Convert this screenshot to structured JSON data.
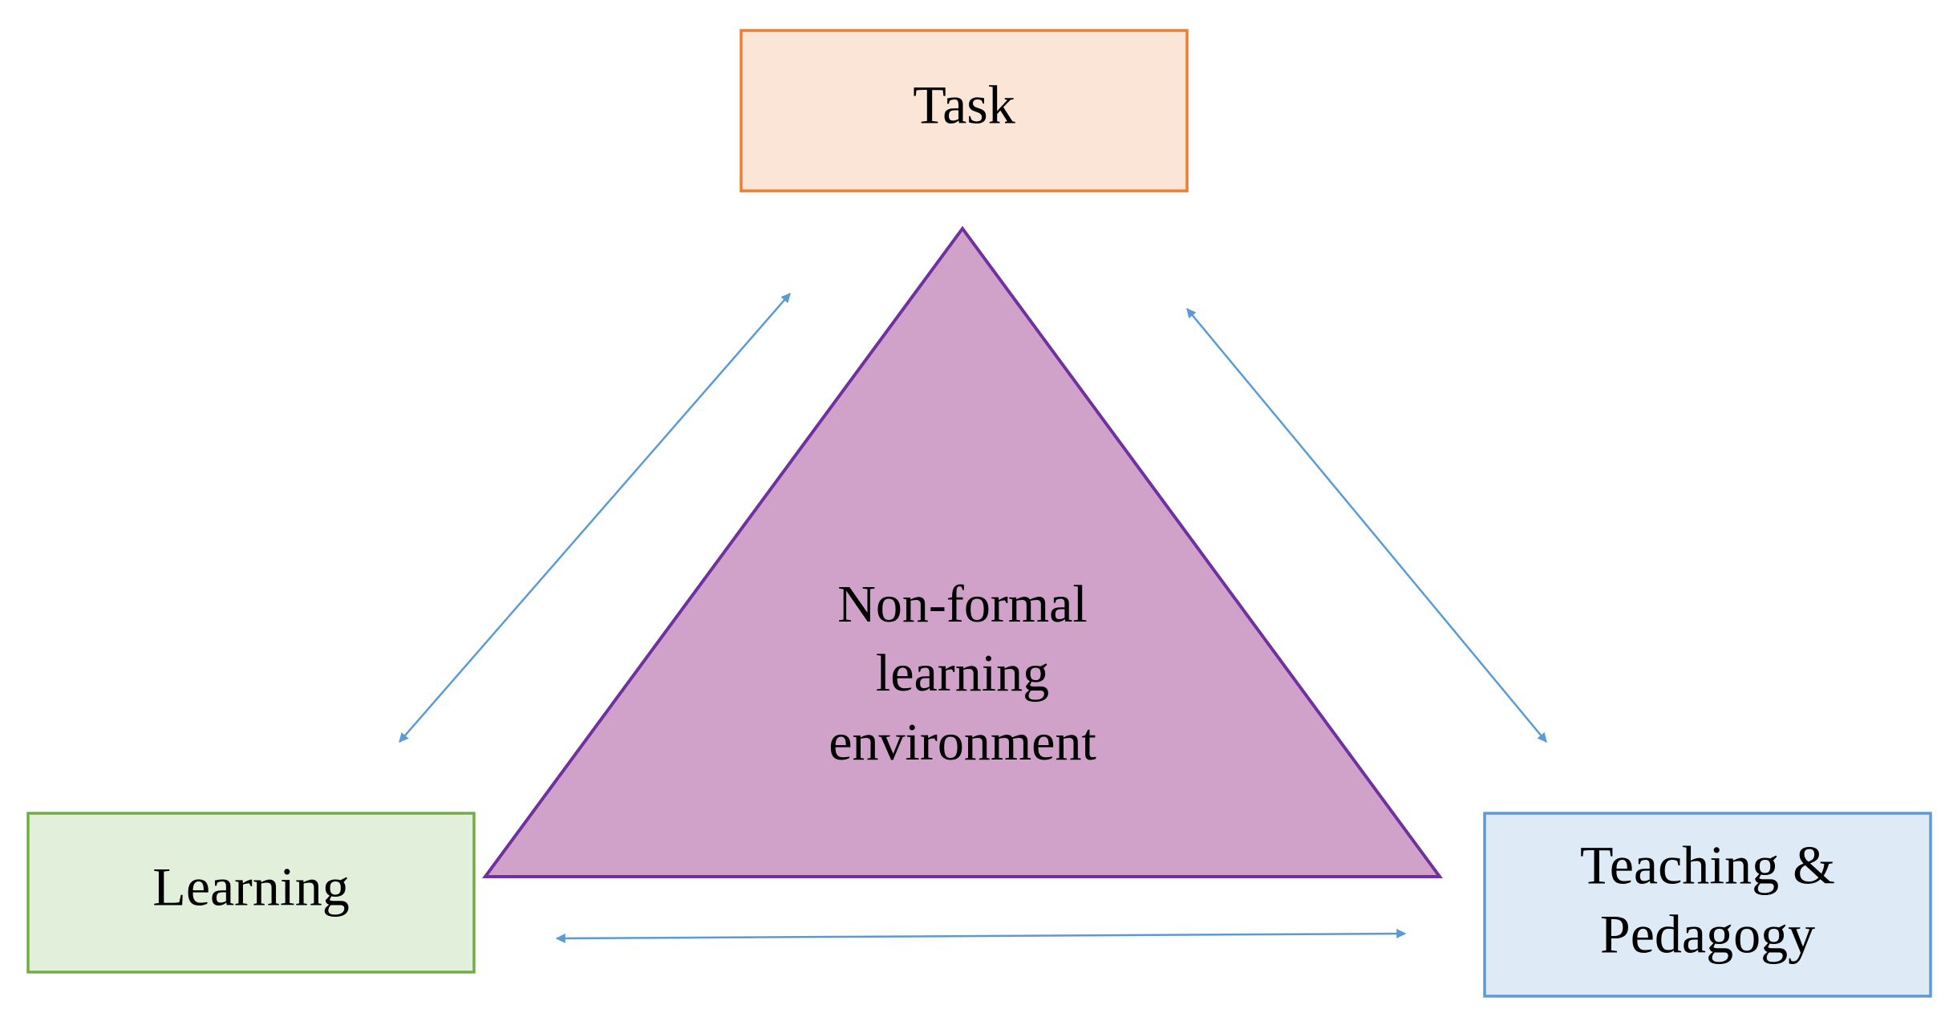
{
  "nodes": {
    "task": {
      "label": "Task",
      "fill": "#fbe5d6",
      "stroke": "#ed7d31"
    },
    "learning": {
      "label": "Learning",
      "fill": "#e2efda",
      "stroke": "#70ad47"
    },
    "teaching": {
      "label_line1": "Teaching &",
      "label_line2": "Pedagogy",
      "fill": "#deebf7",
      "stroke": "#5b9bd5"
    }
  },
  "center": {
    "line1": "Non-formal",
    "line2": "learning",
    "line3": "environment",
    "fill": "#d0a1c9",
    "stroke": "#7030a0"
  },
  "connectors": {
    "color": "#5b9bd5",
    "style": "double-headed-arrow",
    "links": [
      {
        "from": "learning",
        "to": "task"
      },
      {
        "from": "task",
        "to": "teaching"
      },
      {
        "from": "learning",
        "to": "teaching"
      }
    ]
  }
}
